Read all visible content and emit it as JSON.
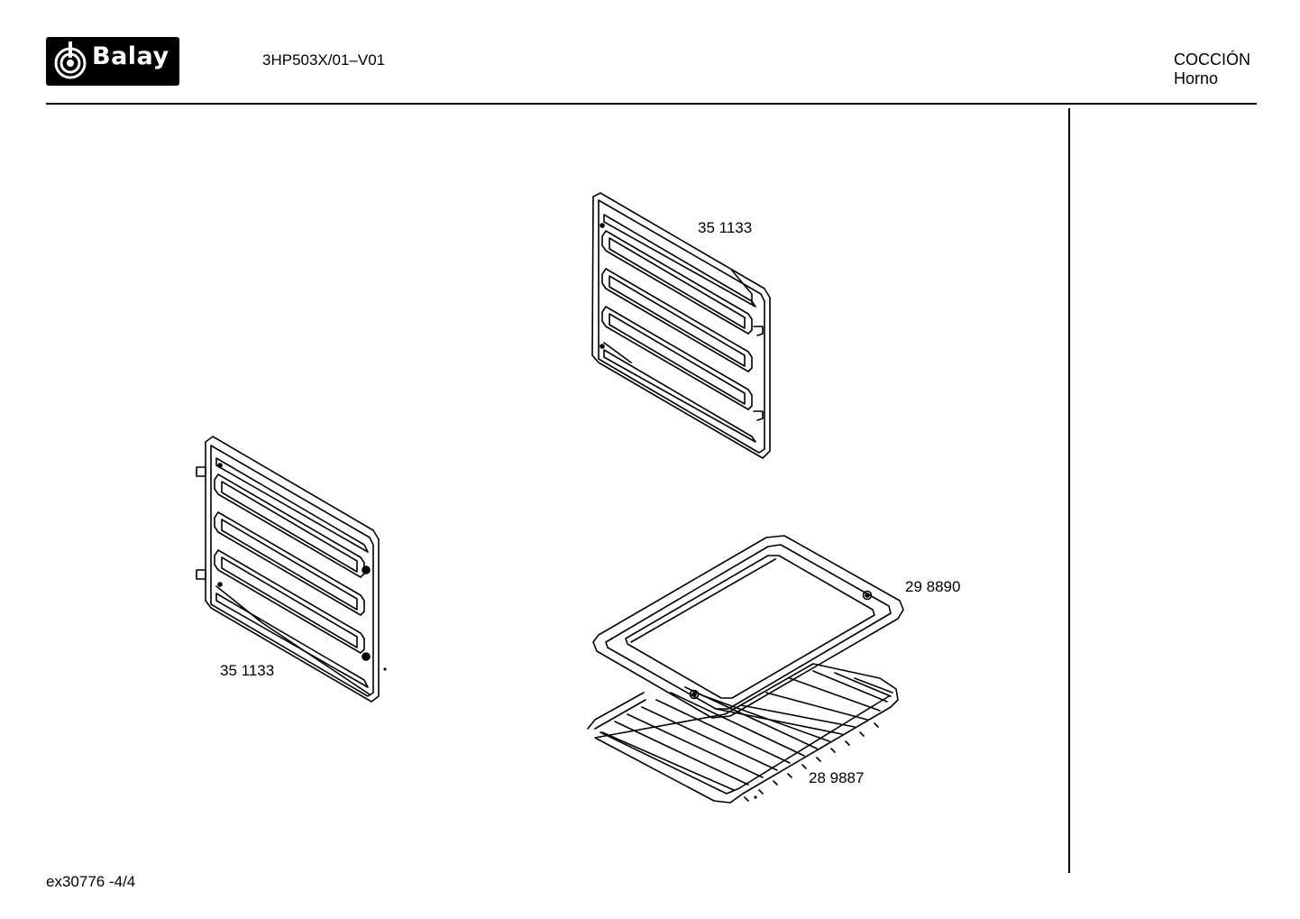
{
  "header": {
    "brand": "Balay",
    "model": "3HP503X/01–V01",
    "category_line1": "COCCIÓN",
    "category_line2": "Horno"
  },
  "parts": {
    "rack_top_label": "35 1133",
    "rack_left_label": "35 1133",
    "tray_label": "29 8890",
    "grill_label": "28 9887"
  },
  "footer": {
    "code": "ex30776  -4/4"
  }
}
